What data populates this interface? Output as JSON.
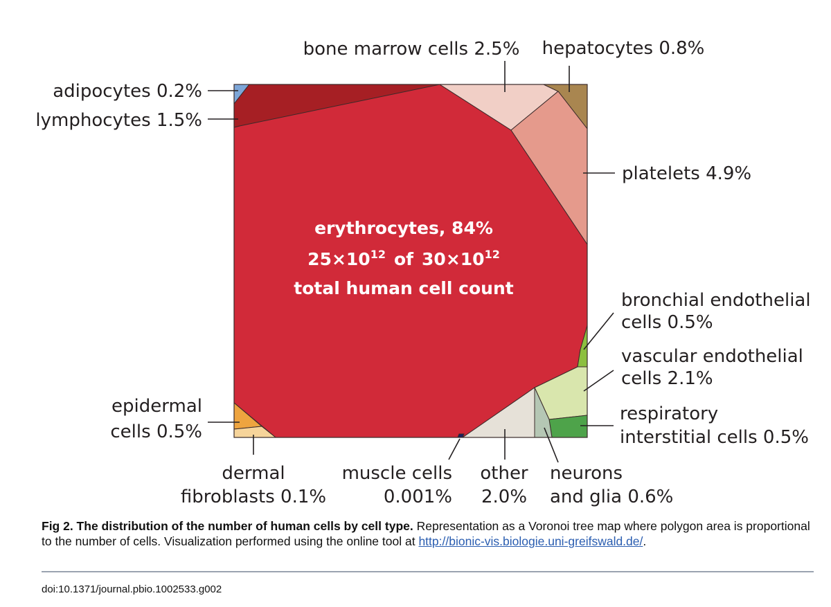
{
  "figure": {
    "center": {
      "line1": "erythrocytes, 84%",
      "line2_base1": "25×10",
      "line2_exp1": "12",
      "line2_mid": "of",
      "line2_base2": "30×10",
      "line2_exp2": "12",
      "line3": "total human cell count"
    },
    "cells": [
      {
        "name": "erythrocytes",
        "color": "#d12a39"
      },
      {
        "name": "adipocytes",
        "label": [
          "adipocytes 0.2%"
        ],
        "color": "#7da6d8"
      },
      {
        "name": "lymphocytes",
        "label": [
          "lymphocytes 1.5%"
        ],
        "color": "#a61f24"
      },
      {
        "name": "bone-marrow-cells",
        "label": [
          "bone marrow cells 2.5%"
        ],
        "color": "#f1cfc6"
      },
      {
        "name": "hepatocytes",
        "label": [
          "hepatocytes 0.8%"
        ],
        "color": "#a98650"
      },
      {
        "name": "platelets",
        "label": [
          "platelets 4.9%"
        ],
        "color": "#e59a8c"
      },
      {
        "name": "bronchial-endothelial-cells",
        "label": [
          "bronchial endothelial",
          "cells 0.5%"
        ],
        "color": "#8cbf3f"
      },
      {
        "name": "vascular-endothelial-cells",
        "label": [
          "vascular endothelial",
          "cells 2.1%"
        ],
        "color": "#d9e6ad"
      },
      {
        "name": "respiratory-interstitial-cells",
        "label": [
          "respiratory",
          "interstitial cells 0.5%"
        ],
        "color": "#4ea34a"
      },
      {
        "name": "neurons-and-glia",
        "label": [
          "neurons",
          "and glia 0.6%"
        ],
        "color": "#b5c7b4"
      },
      {
        "name": "other",
        "label": [
          "other",
          "2.0%"
        ],
        "color": "#e6e1d8"
      },
      {
        "name": "muscle-cells",
        "label": [
          "muscle cells",
          "0.001%"
        ],
        "color": "#1a2060"
      },
      {
        "name": "dermal-fibroblasts",
        "label": [
          "dermal",
          "fibroblasts 0.1%"
        ],
        "color": "#f6d49a"
      },
      {
        "name": "epidermal-cells",
        "label": [
          "epidermal",
          "cells 0.5%"
        ],
        "color": "#eea43f"
      }
    ]
  },
  "caption": {
    "title": "Fig 2. The distribution of the number of human cells by cell type.",
    "text": " Representation as a Voronoi tree map where polygon area is proportional to the number of cells. Visualization performed using the online tool at ",
    "link": "http://bionic-vis.biologie.uni-greifswald.de/",
    "tail": "."
  },
  "doi": "doi:10.1371/journal.pbio.1002533.g002"
}
